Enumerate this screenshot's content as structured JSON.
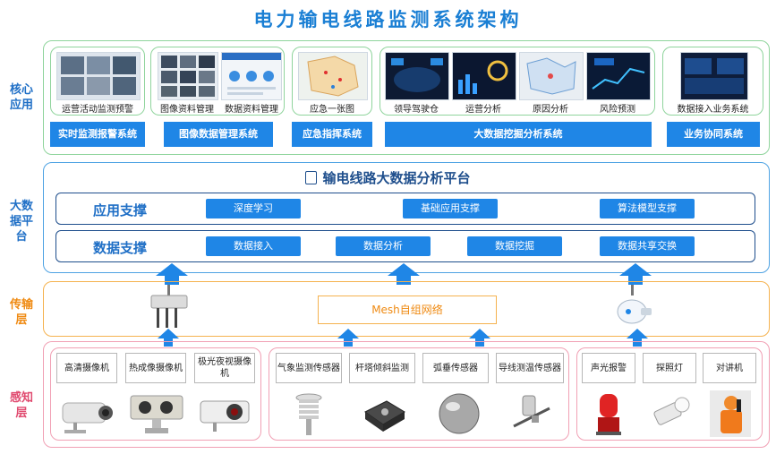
{
  "title": "电力输电线路监测系统架构",
  "layers": {
    "core": "核心\n应用",
    "bigdata": "大数\n据平\n台",
    "transport": "传输\n层",
    "sensing": "感知\n层"
  },
  "core": {
    "groups": [
      {
        "system": "实时监测报警系统",
        "items": [
          "运营活动监测预警"
        ]
      },
      {
        "system": "图像数据管理系统",
        "items": [
          "图像资料管理",
          "数据资料管理"
        ]
      },
      {
        "system": "应急指挥系统",
        "items": [
          "应急一张图"
        ]
      },
      {
        "system": "大数据挖掘分析系统",
        "items": [
          "领导驾驶仓",
          "运营分析",
          "原因分析",
          "风险预测"
        ]
      },
      {
        "system": "业务协同系统",
        "items": [
          "数据接入业务系统"
        ]
      }
    ]
  },
  "platform": {
    "title": "输电线路大数据分析平台",
    "app_support": {
      "label": "应用支撑",
      "items": [
        "深度学习",
        "基础应用支撑",
        "算法模型支撑"
      ]
    },
    "data_support": {
      "label": "数据支撑",
      "items": [
        "数据接入",
        "数据分析",
        "数据挖掘",
        "数据共享交换"
      ]
    }
  },
  "transport": {
    "mesh": "Mesh自组网络"
  },
  "sensing": {
    "cameras": [
      "高清摄像机",
      "热成像摄像机",
      "极光夜视摄像机"
    ],
    "sensors": [
      "气象监测传感器",
      "杆塔倾斜监测",
      "弧垂传感器",
      "导线测温传感器"
    ],
    "alerts": [
      "声光报警",
      "探照灯",
      "对讲机"
    ]
  },
  "colors": {
    "accent": "#1f86e6",
    "title": "#1a7fd4"
  }
}
